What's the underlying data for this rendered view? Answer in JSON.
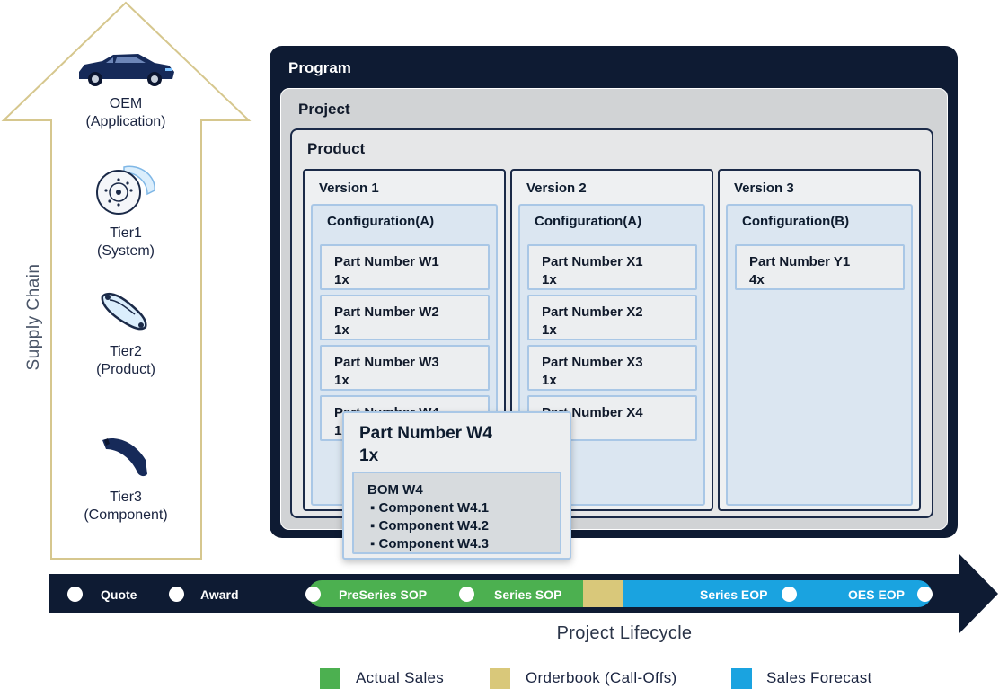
{
  "colors": {
    "navy": "#0e1b33",
    "actual_sales": "#4cb050",
    "orderbook": "#d9c87a",
    "forecast": "#1aa3e0",
    "arrow_outline": "#d6c78e"
  },
  "supply_chain": {
    "title": "Supply Chain",
    "tiers": [
      {
        "name": "OEM",
        "role": "(Application)",
        "icon": "car-icon"
      },
      {
        "name": "Tier1",
        "role": "(System)",
        "icon": "brake-disc-icon"
      },
      {
        "name": "Tier2",
        "role": "(Product)",
        "icon": "brake-caliper-icon"
      },
      {
        "name": "Tier3",
        "role": "(Component)",
        "icon": "brake-pad-icon"
      }
    ]
  },
  "hierarchy": {
    "program": "Program",
    "project": "Project",
    "product": "Product",
    "versions": [
      {
        "title": "Version 1",
        "configuration": "Configuration(A)",
        "parts": [
          {
            "name": "Part Number W1",
            "qty": "1x"
          },
          {
            "name": "Part Number W2",
            "qty": "1x"
          },
          {
            "name": "Part Number W3",
            "qty": "1x"
          },
          {
            "name": "Part Number W4",
            "qty": "1x"
          }
        ]
      },
      {
        "title": "Version 2",
        "configuration": "Configuration(A)",
        "parts": [
          {
            "name": "Part Number X1",
            "qty": "1x"
          },
          {
            "name": "Part Number X2",
            "qty": "1x"
          },
          {
            "name": "Part Number X3",
            "qty": "1x"
          },
          {
            "name": "Part Number X4",
            "qty": ""
          }
        ]
      },
      {
        "title": "Version 3",
        "configuration": "Configuration(B)",
        "parts": [
          {
            "name": "Part Number Y1",
            "qty": "4x"
          }
        ]
      }
    ]
  },
  "popup": {
    "part": "Part Number W4",
    "qty": "1x",
    "bom_title": "BOM W4",
    "components": [
      "Component W4.1",
      "Component W4.2",
      "Component W4.3"
    ]
  },
  "lifecycle": {
    "title": "Project Lifecycle",
    "milestones": [
      "Quote",
      "Award",
      "PreSeries SOP",
      "Series SOP",
      "Series EOP",
      "OES EOP"
    ]
  },
  "legend": [
    {
      "label": "Actual Sales",
      "color": "#4cb050"
    },
    {
      "label": "Orderbook (Call-Offs)",
      "color": "#d9c87a"
    },
    {
      "label": "Sales Forecast",
      "color": "#1aa3e0"
    }
  ]
}
